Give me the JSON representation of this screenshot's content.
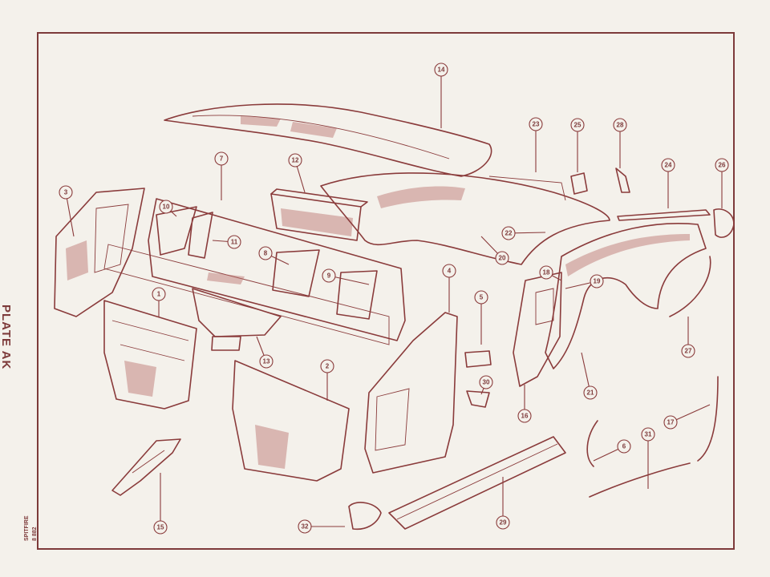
{
  "plate": {
    "title": "PLATE AK",
    "code": "8 882",
    "make": "SPITFIRE"
  },
  "callouts": [
    "1",
    "2",
    "3",
    "4",
    "5",
    "6",
    "7",
    "8",
    "9",
    "10",
    "11",
    "12",
    "13",
    "14",
    "15",
    "16",
    "17",
    "18",
    "19",
    "20",
    "21",
    "22",
    "23",
    "24",
    "25",
    "26",
    "27",
    "28",
    "29",
    "30",
    "31",
    "32"
  ]
}
